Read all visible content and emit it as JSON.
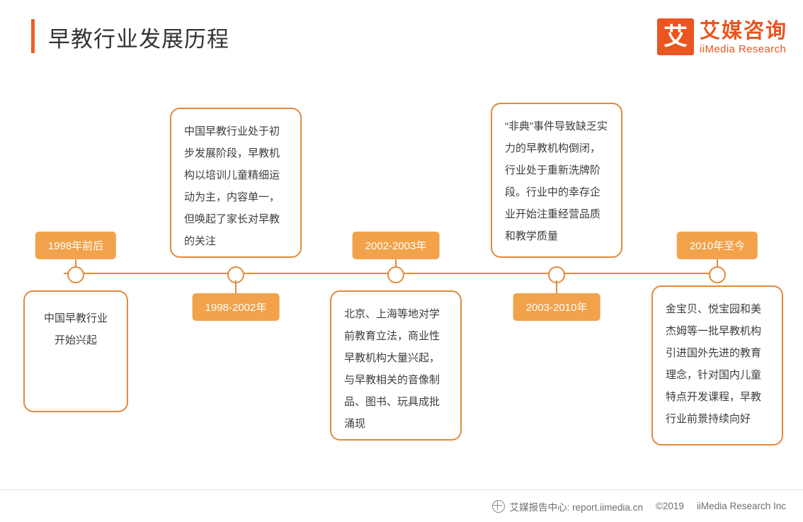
{
  "header": {
    "title": "早教行业发展历程",
    "logo": {
      "mark": "艾",
      "cn": "艾媒咨询",
      "en": "iiMedia Research"
    }
  },
  "timeline": {
    "nodes": [
      {
        "pill": "1998年前后",
        "card": "中国早教行业\n开始兴起",
        "position": "below"
      },
      {
        "pill": "1998-2002年",
        "card": "中国早教行业处于初步发展阶段，早教机构以培训儿童精细运动为主，内容单一，但唤起了家长对早教的关注",
        "position": "above"
      },
      {
        "pill": "2002-2003年",
        "card": "北京、上海等地对学前教育立法，商业性早教机构大量兴起，与早教相关的音像制品、图书、玩具成批涌现",
        "position": "below"
      },
      {
        "pill": "2003-2010年",
        "card": "“非典”事件导致缺乏实力的早教机构倒闭，行业处于重新洗牌阶段。行业中的幸存企业开始注重经营品质和教学质量",
        "position": "above"
      },
      {
        "pill": "2010年至今",
        "card": "金宝贝、悦宝园和美杰姆等一批早教机构引进国外先进的教育理念，针对国内儿童特点开发课程，早教行业前景持续向好",
        "position": "below"
      }
    ]
  },
  "footer": {
    "source": "艾媒报告中心: report.iimedia.cn",
    "copyright": "©2019",
    "company": "iiMedia Research Inc"
  },
  "colors": {
    "accent": "#ea5520",
    "line": "#e08b3e",
    "pill": "#f2a24a"
  }
}
